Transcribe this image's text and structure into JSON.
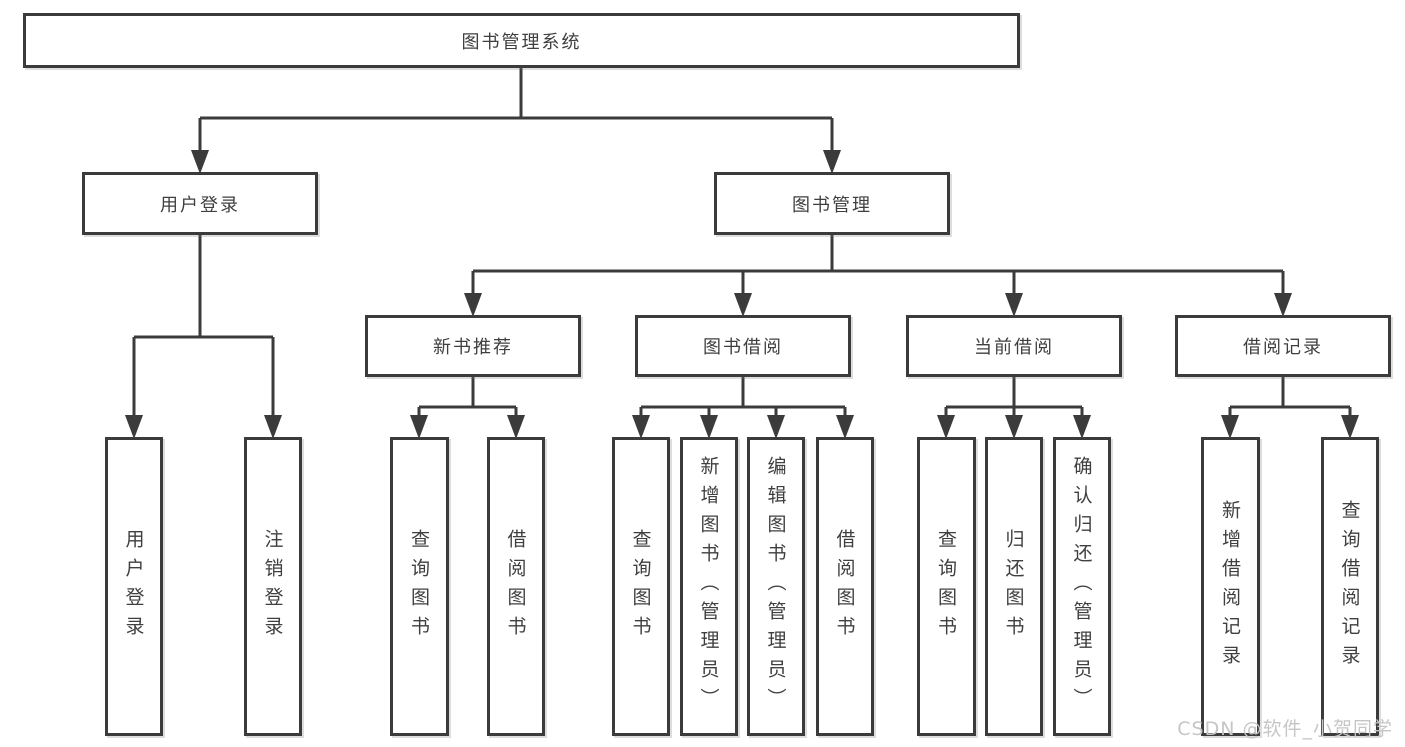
{
  "diagram_title": "图书管理系统",
  "tree": {
    "label": "图书管理系统",
    "children": [
      {
        "label": "用户登录",
        "children": [
          {
            "label": "用户登录"
          },
          {
            "label": "注销登录"
          }
        ]
      },
      {
        "label": "图书管理",
        "children": [
          {
            "label": "新书推荐",
            "children": [
              {
                "label": "查询图书"
              },
              {
                "label": "借阅图书"
              }
            ]
          },
          {
            "label": "图书借阅",
            "children": [
              {
                "label": "查询图书"
              },
              {
                "label": "新增图书（管理员）"
              },
              {
                "label": "编辑图书（管理员）"
              },
              {
                "label": "借阅图书"
              }
            ]
          },
          {
            "label": "当前借阅",
            "children": [
              {
                "label": "查询图书"
              },
              {
                "label": "归还图书"
              },
              {
                "label": "确认归还（管理员）"
              }
            ]
          },
          {
            "label": "借阅记录",
            "children": [
              {
                "label": "新增借阅记录"
              },
              {
                "label": "查询借阅记录"
              }
            ]
          }
        ]
      }
    ]
  },
  "watermark": {
    "text": "CSDN @软件_小贺同学"
  },
  "colors": {
    "line": "#3b3b3b",
    "text": "#3f3f3f",
    "watermark": "#c6c6c6",
    "background": "#ffffff"
  }
}
